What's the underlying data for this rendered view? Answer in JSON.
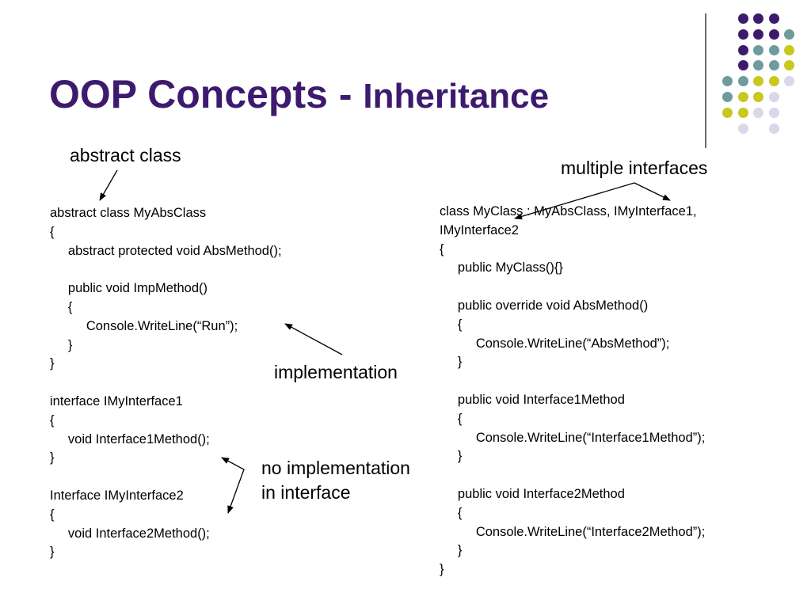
{
  "title": {
    "main": "OOP Concepts - ",
    "sub": "Inheritance"
  },
  "annotations": {
    "abstract_class": "abstract class",
    "multiple_interfaces": "multiple interfaces",
    "implementation": "implementation",
    "no_implementation": "no implementation\nin interface"
  },
  "left_code": [
    "abstract class MyAbsClass",
    "{",
    "     abstract protected void AbsMethod();",
    "",
    "     public void ImpMethod()",
    "     {",
    "          Console.WriteLine(“Run”);",
    "     }",
    "}",
    "",
    "interface IMyInterface1",
    "{",
    "     void Interface1Method();",
    "}",
    "",
    "Interface IMyInterface2",
    "{",
    "     void Interface2Method();",
    "}"
  ],
  "right_code": [
    "class MyClass : MyAbsClass, IMyInterface1,",
    "IMyInterface2",
    "{",
    "     public MyClass(){}",
    "",
    "     public override void AbsMethod()",
    "     {",
    "          Console.WriteLine(“AbsMethod”);",
    "     }",
    "",
    "     public void Interface1Method",
    "     {",
    "          Console.WriteLine(“Interface1Method”);",
    "     }",
    "",
    "     public void Interface2Method",
    "     {",
    "          Console.WriteLine(“Interface2Method”);",
    "     }",
    "}"
  ],
  "colors": {
    "title": "#3d1a6e",
    "dot_purple": "#3d1a6e",
    "dot_teal": "#6e9c9c",
    "dot_yellow": "#c8c81e",
    "dot_lavender": "#d8d8ea",
    "divider": "#6a6a6a"
  }
}
